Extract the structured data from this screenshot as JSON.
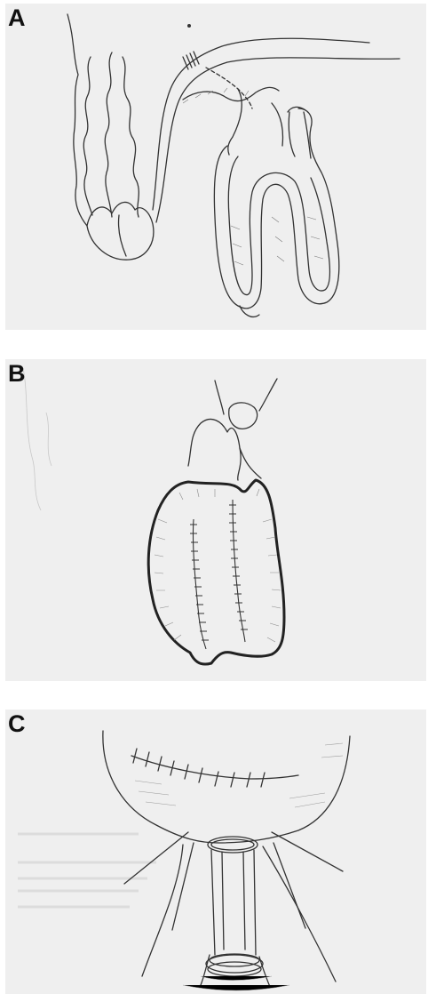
{
  "panels": [
    {
      "label": "A",
      "depicts": "colon-loop-with-ascending-colon-and-cecum-drawing"
    },
    {
      "label": "B",
      "depicts": "detubularized-bowel-pouch-drawing"
    },
    {
      "label": "C",
      "depicts": "pouch-with-stoma-tube-and-anchoring-sutures-drawing"
    }
  ],
  "colors": {
    "paper": "#efefef",
    "ink": "#333333",
    "label": "#111111"
  }
}
